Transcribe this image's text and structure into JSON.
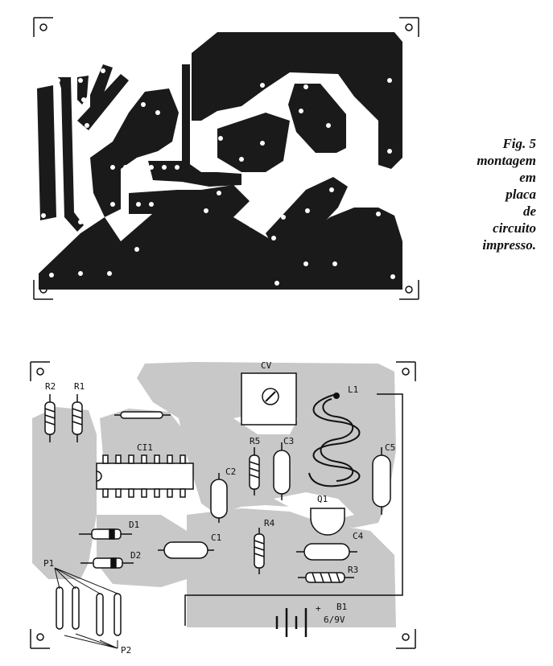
{
  "caption": {
    "lines": [
      "Fig. 5",
      "montagem",
      "em",
      "placa",
      "de",
      "circuito",
      "impresso."
    ]
  },
  "components": {
    "r1": "R1",
    "r2": "R2",
    "r3": "R3",
    "r4": "R4",
    "r5": "R5",
    "c1": "C1",
    "c2": "C2",
    "c3": "C3",
    "c4": "C4",
    "c5": "C5",
    "cv": "CV",
    "l1": "L1",
    "q1": "Q1",
    "ci1": "CI1",
    "d1": "D1",
    "d2": "D2",
    "p1": "P1",
    "p2": "P2",
    "b1": "B1",
    "b1_voltage": "6/9V",
    "plus": "+"
  },
  "colors": {
    "copper": "#1a1a1a",
    "overlay": "#c8c8c8",
    "ink": "#111111"
  }
}
